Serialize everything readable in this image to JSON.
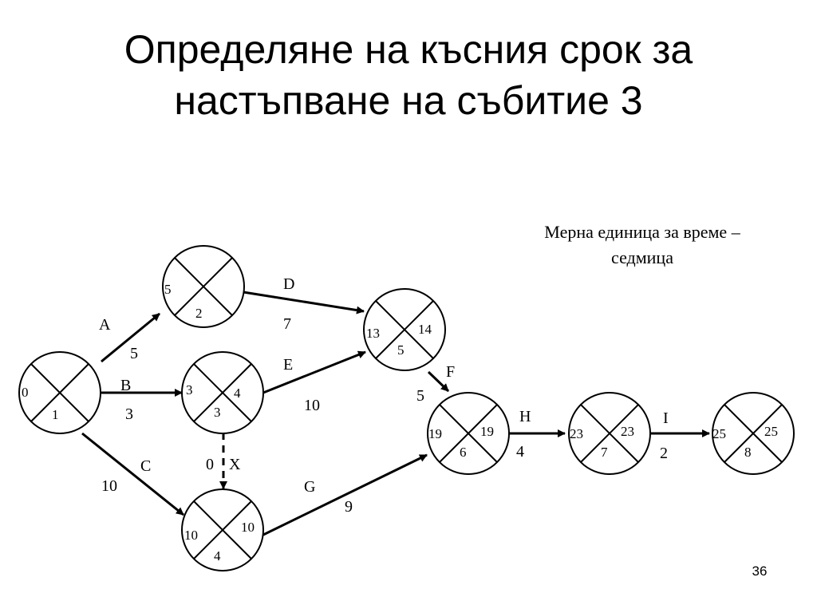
{
  "slide": {
    "title_lines": [
      "Определяне на късния срок за",
      "настъпване на събитие 3"
    ],
    "unit_note_lines": [
      "Мерна единица за време –",
      "седмица"
    ],
    "slide_number": "36"
  },
  "nodes": [
    {
      "id": "1",
      "left": "0",
      "right": "",
      "bottom": "1"
    },
    {
      "id": "2",
      "left": "5",
      "right": "",
      "bottom": "2"
    },
    {
      "id": "3",
      "left": "3",
      "right": "4",
      "bottom": "3"
    },
    {
      "id": "4",
      "left": "10",
      "right": "10",
      "bottom": "4"
    },
    {
      "id": "5",
      "left": "13",
      "right": "14",
      "bottom": "5"
    },
    {
      "id": "6",
      "left": "19",
      "right": "19",
      "bottom": "6"
    },
    {
      "id": "7",
      "left": "23",
      "right": "23",
      "bottom": "7"
    },
    {
      "id": "8",
      "left": "25",
      "right": "25",
      "bottom": "8"
    }
  ],
  "activities": [
    {
      "name": "A",
      "duration": "5",
      "from": "1",
      "to": "2"
    },
    {
      "name": "B",
      "duration": "3",
      "from": "1",
      "to": "3"
    },
    {
      "name": "C",
      "duration": "10",
      "from": "1",
      "to": "4"
    },
    {
      "name": "D",
      "duration": "7",
      "from": "2",
      "to": "5"
    },
    {
      "name": "E",
      "duration": "10",
      "from": "3",
      "to": "5"
    },
    {
      "name": "X",
      "duration": "0",
      "from": "3",
      "to": "4",
      "dummy": true
    },
    {
      "name": "F",
      "duration": "5",
      "from": "5",
      "to": "6"
    },
    {
      "name": "G",
      "duration": "9",
      "from": "4",
      "to": "6"
    },
    {
      "name": "H",
      "duration": "4",
      "from": "6",
      "to": "7"
    },
    {
      "name": "I",
      "duration": "2",
      "from": "7",
      "to": "8"
    }
  ],
  "colors": {
    "ink": "#000000",
    "background": "#ffffff"
  }
}
